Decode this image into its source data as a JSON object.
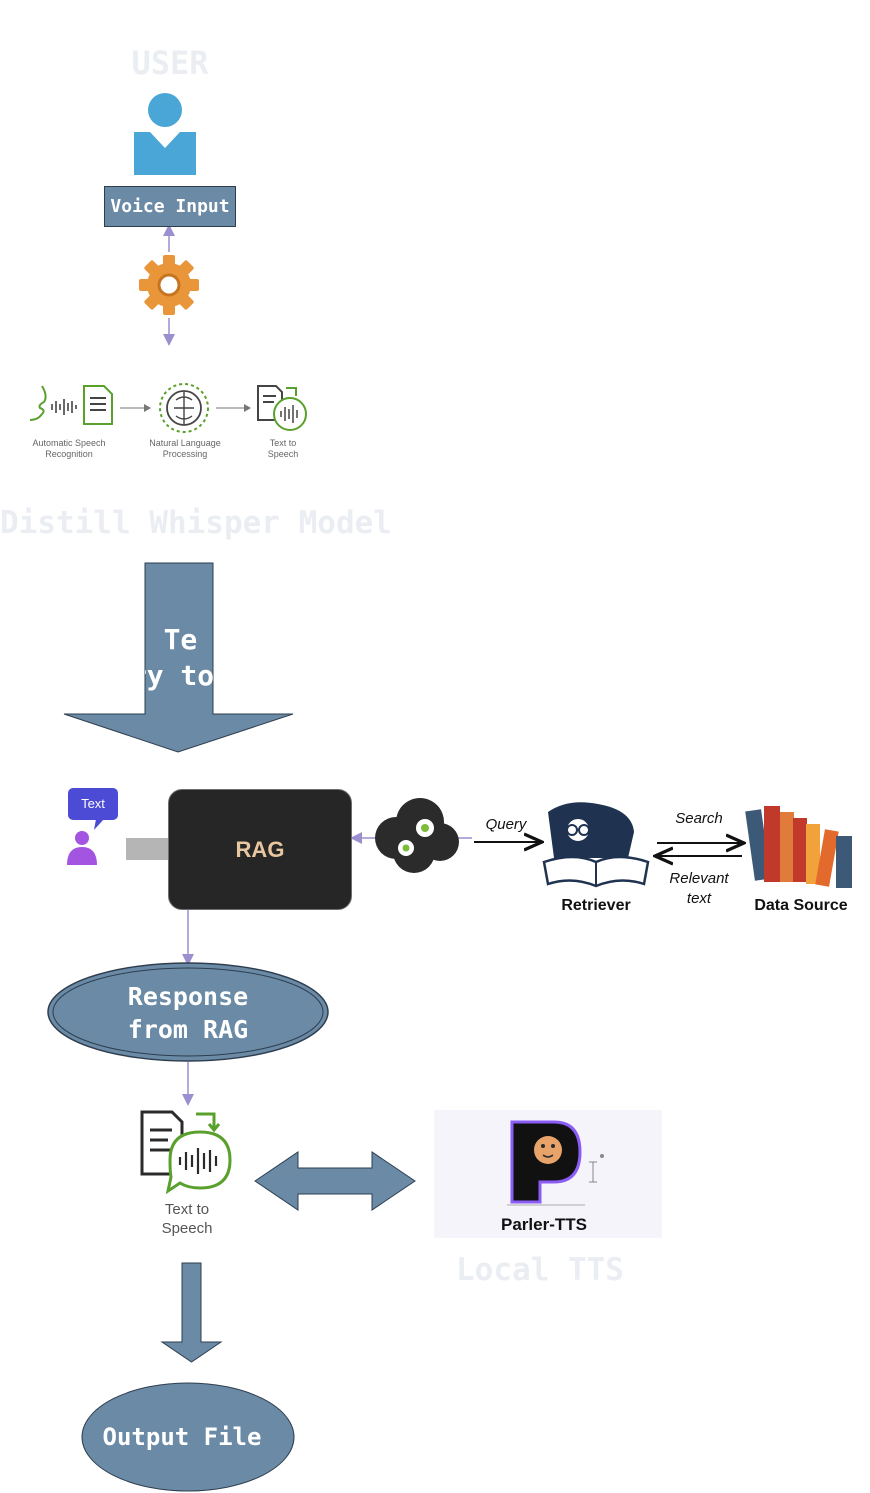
{
  "user": {
    "title": "USER",
    "voice_input": "Voice Input"
  },
  "pipeline": {
    "asr": "Automatic Speech Recognition",
    "nlp": "Natural Language Processing",
    "tts": "Text to Speech"
  },
  "model_title": "Distill Whisper Model",
  "big_arrow": {
    "line1": "ng Te",
    "line2": "ery to"
  },
  "rag": {
    "text_badge": "Text",
    "label": "RAG",
    "query": "Query",
    "retriever": "Retriever",
    "search": "Search",
    "relevant_text": "Relevant text",
    "data_source": "Data Source"
  },
  "response": {
    "line1": "Response",
    "line2": "from RAG"
  },
  "tts_block": {
    "label": "Text to Speech",
    "parler": "Parler-TTS",
    "local": "Local TTS"
  },
  "output": "Output File",
  "colors": {
    "slate": "#6a8aa6",
    "connector": "#9b8fd0",
    "green": "#5aa02c",
    "faint": "#eaedf2"
  }
}
